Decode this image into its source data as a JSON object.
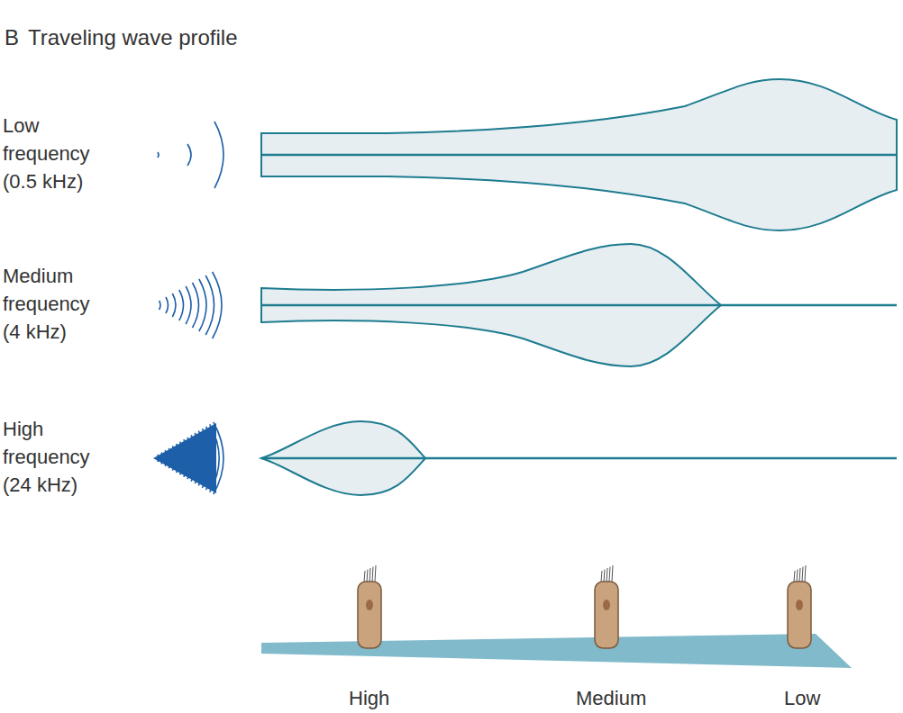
{
  "diagram": {
    "title": "Traveling wave profile",
    "labels": [
      "B",
      "Low frequency (0.5 kHz)",
      "Medium frequency (4 kHz)",
      "High frequency (24 kHz)",
      "High",
      "Medium",
      "Low"
    ]
  }
}
